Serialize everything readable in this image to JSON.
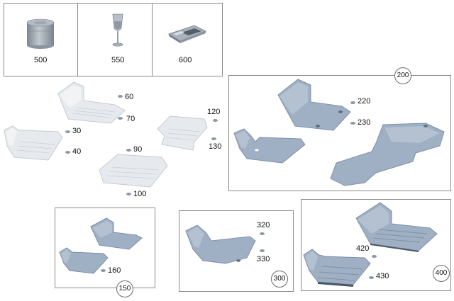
{
  "accessories": {
    "item_500": "500",
    "item_550": "550",
    "item_600": "600"
  },
  "loose_mats": {
    "item_30": "30",
    "item_40": "40",
    "item_60": "60",
    "item_70": "70",
    "item_90": "90",
    "item_100": "100",
    "item_120": "120",
    "item_130": "130"
  },
  "set_200": {
    "circle": "200",
    "item_220": "220",
    "item_230": "230"
  },
  "set_150": {
    "circle": "150",
    "item_160": "160"
  },
  "set_300": {
    "circle": "300",
    "item_320": "320",
    "item_330": "330"
  },
  "set_400": {
    "circle": "400",
    "item_420": "420",
    "item_430": "430"
  },
  "colors": {
    "mat_blue": "#9fb0c4",
    "mat_blue_dark": "#7f91a6",
    "mat_light": "#e6eaee",
    "mat_light_edge": "#c4ccd4",
    "frame": "#8a8a8a"
  }
}
